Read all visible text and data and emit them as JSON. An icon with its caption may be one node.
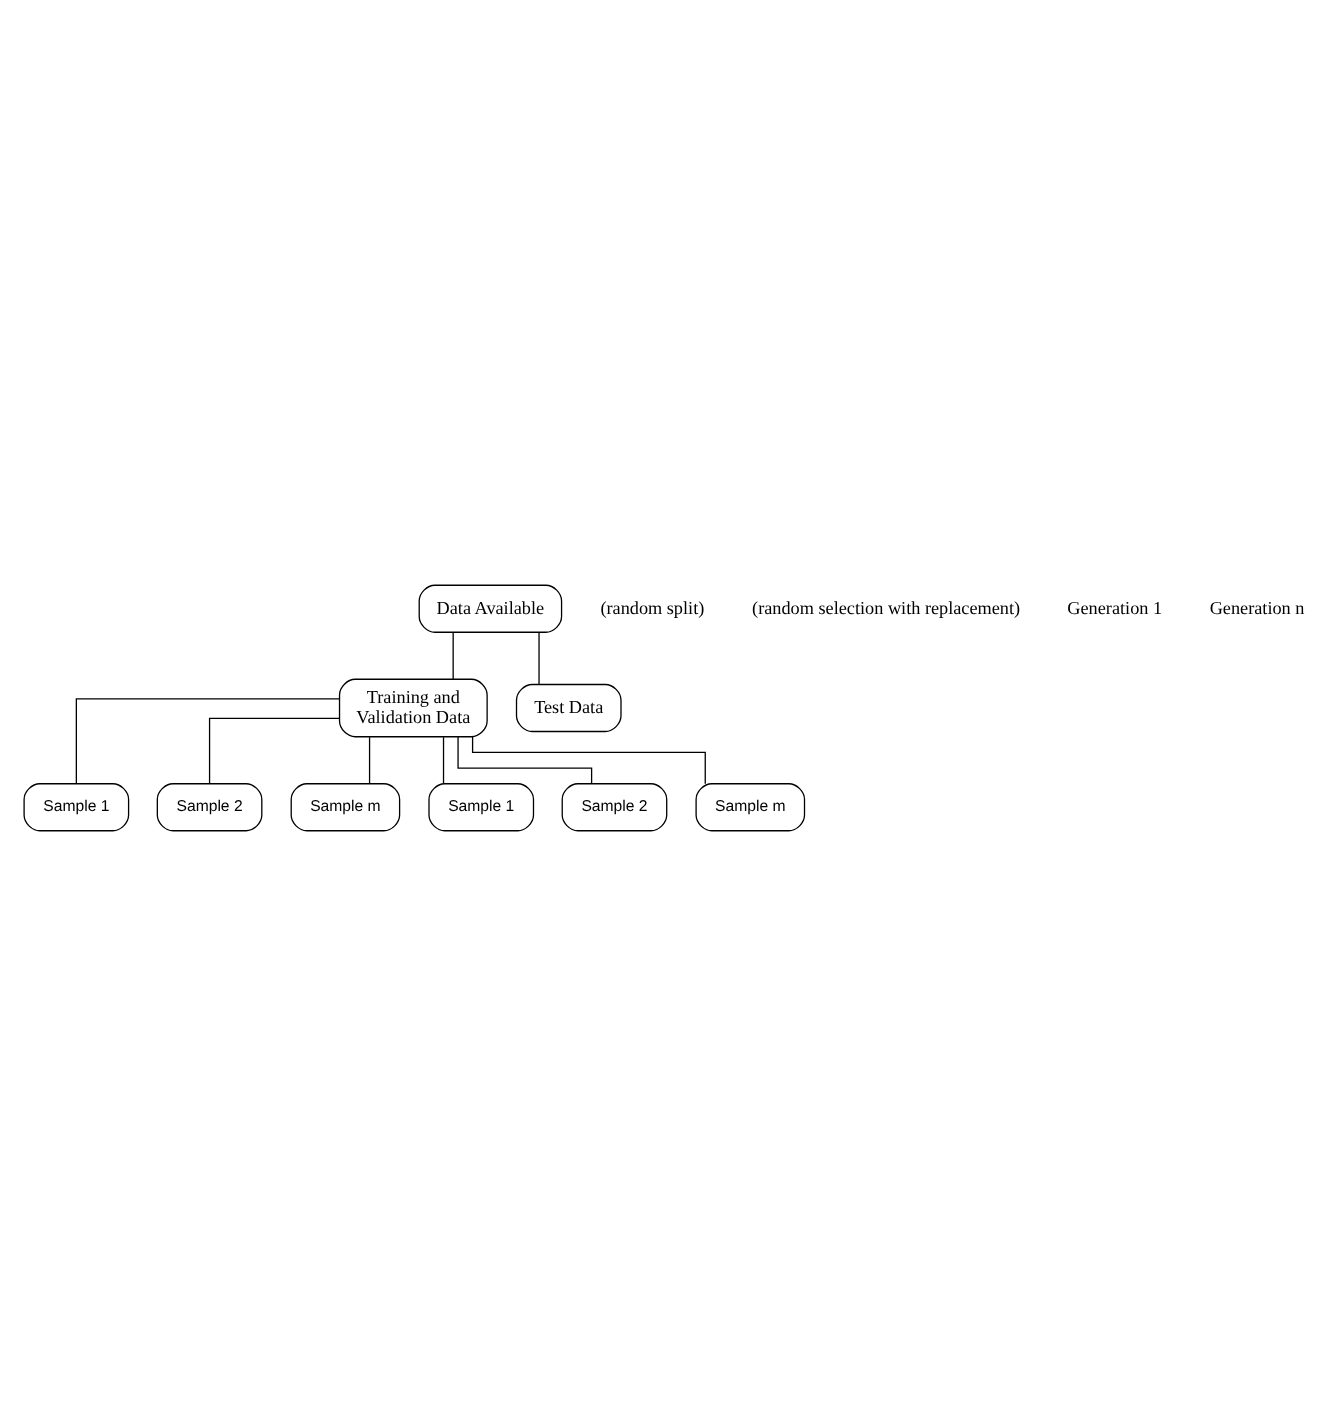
{
  "diagram": {
    "nodes": [
      {
        "text": [
          "Data Available"
        ]
      },
      {
        "text": [
          "Training and Validation Data"
        ]
      },
      {
        "text": [
          "Test Data"
        ]
      },
      {
        "text": [
          "Sample 1"
        ]
      },
      {
        "text": [
          "Sample 2"
        ]
      },
      {
        "text": [
          "Sample m"
        ]
      },
      {
        "text": [
          "Sample 1"
        ]
      },
      {
        "text": [
          "Sample 2"
        ]
      },
      {
        "text": [
          "Sample m"
        ]
      }
    ],
    "edges": [
      {
        "from": 0,
        "to": 1,
        "arrow": "none"
      },
      {
        "from": 0,
        "to": 2,
        "arrow": "none"
      },
      {
        "from": 1,
        "to": 3,
        "arrow": "none"
      },
      {
        "from": 1,
        "to": 4,
        "arrow": "none"
      },
      {
        "from": 1,
        "to": 5,
        "arrow": "none"
      },
      {
        "from": 1,
        "to": 6,
        "arrow": "none"
      },
      {
        "from": 1,
        "to": 7,
        "arrow": "none"
      },
      {
        "from": 1,
        "to": 8,
        "arrow": "none"
      }
    ],
    "labels": [
      "(random split)",
      "(random selection with replacement)",
      "Generation 1",
      "Generation n"
    ]
  }
}
